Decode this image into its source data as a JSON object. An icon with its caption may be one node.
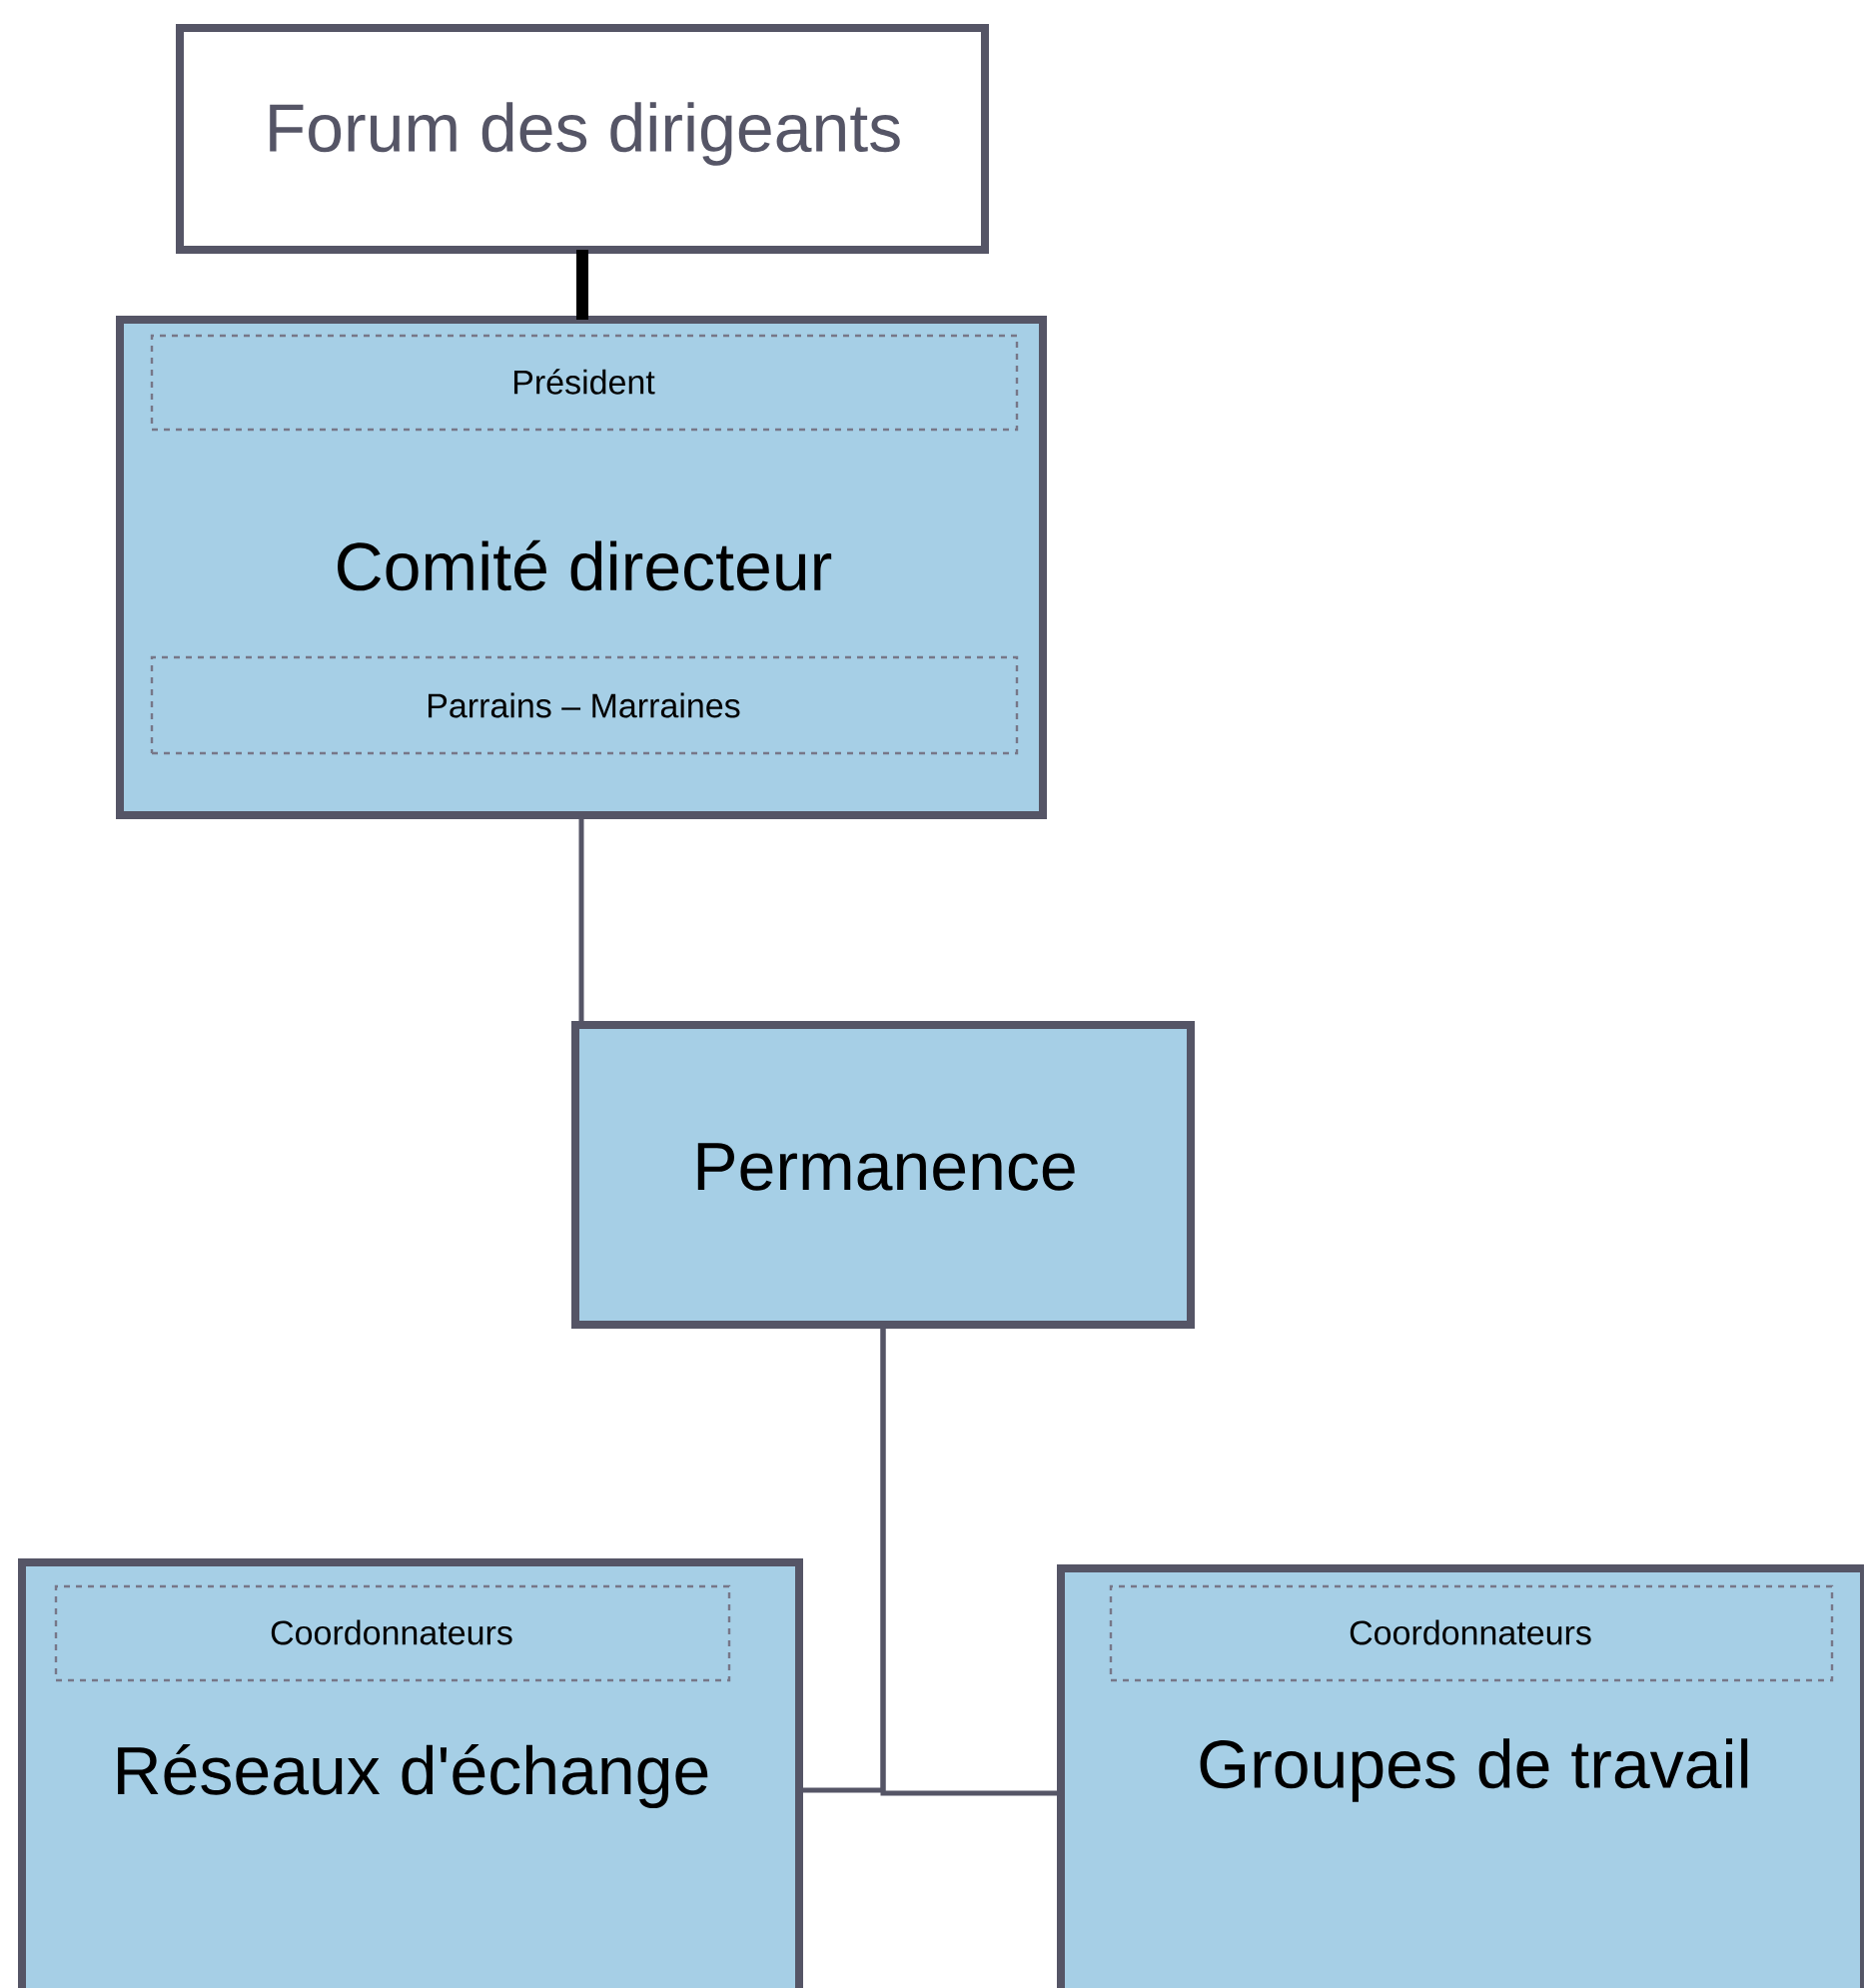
{
  "diagram": {
    "nodes": [
      {
        "text": [
          "Forum des dirigeants"
        ]
      },
      {
        "text": [
          "Comité directeur"
        ]
      },
      {
        "text": [
          "Président"
        ],
        "in": 1
      },
      {
        "text": [
          "Parrains – Marraines"
        ],
        "in": 1
      },
      {
        "text": [
          "Permanence"
        ]
      },
      {
        "text": [
          "Réseaux d'échange"
        ]
      },
      {
        "text": [
          "Coordonnateurs"
        ],
        "in": 5
      },
      {
        "text": [
          "Groupes de travail"
        ]
      },
      {
        "text": [
          "Coordonnateurs"
        ],
        "in": 7
      }
    ],
    "edges": [
      {
        "from": 0,
        "to": 1,
        "arrow": "none",
        "style": "thick",
        "color": "#000000"
      },
      {
        "from": 1,
        "to": 4,
        "arrow": "none"
      },
      {
        "from": 4,
        "to": 5,
        "arrow": "none"
      },
      {
        "from": 4,
        "to": 7,
        "arrow": "none"
      }
    ]
  }
}
